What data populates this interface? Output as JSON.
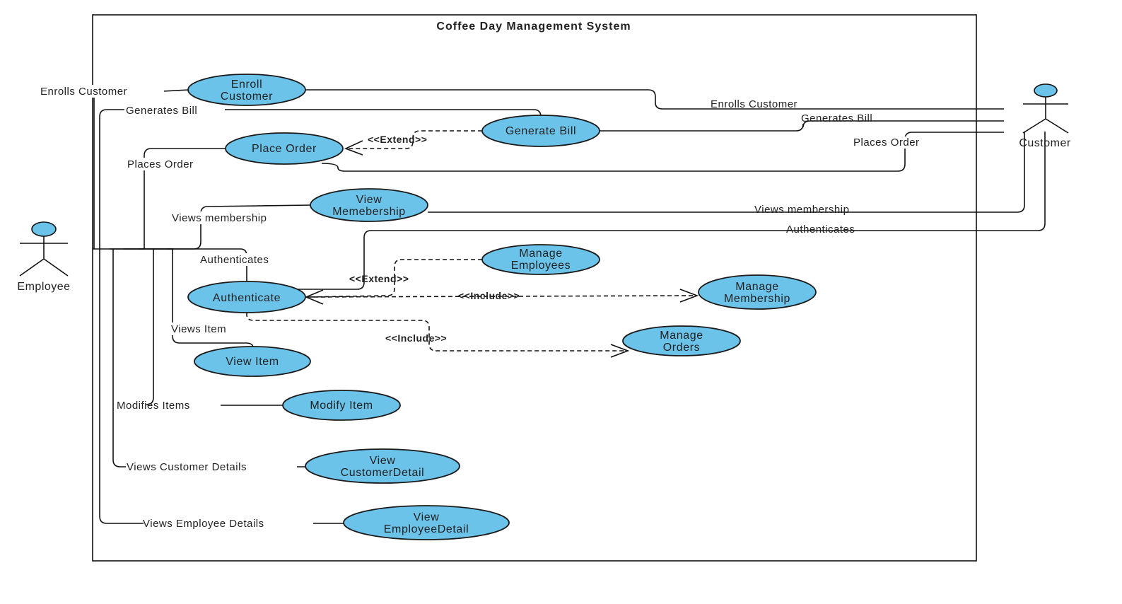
{
  "system": {
    "title": "Coffee Day Management System"
  },
  "colors": {
    "use_case_fill": "#6cc3ea",
    "stroke": "#111111",
    "background": "#ffffff"
  },
  "actors": {
    "employee": {
      "name": "Employee",
      "icon": "stick-figure-icon"
    },
    "customer": {
      "name": "Customer",
      "icon": "stick-figure-icon"
    }
  },
  "use_cases": {
    "enroll_customer": [
      "Enroll",
      "Customer"
    ],
    "generate_bill": [
      "Generate Bill"
    ],
    "place_order": [
      "Place Order"
    ],
    "view_membership": [
      "View",
      "Memebership"
    ],
    "manage_employees": [
      "Manage",
      "Employees"
    ],
    "authenticate": [
      "Authenticate"
    ],
    "manage_membership": [
      "Manage",
      "Membership"
    ],
    "manage_orders": [
      "Manage",
      "Orders"
    ],
    "view_item": [
      "View Item"
    ],
    "modify_item": [
      "Modify Item"
    ],
    "view_customer_detail": [
      "View",
      "CustomerDetail"
    ],
    "view_employee_detail": [
      "View",
      "EmployeeDetail"
    ]
  },
  "employee_links": {
    "enrolls_customer": "Enrolls Customer",
    "generates_bill": "Generates Bill",
    "places_order": "Places Order",
    "views_membership": "Views membership",
    "authenticates": "Authenticates",
    "views_item": "Views Item",
    "modifies_items": "Modifies Items",
    "views_customer_details": "Views Customer Details",
    "views_employee_details": "Views Employee Details"
  },
  "customer_links": {
    "enrolls_customer": "Enrolls Customer",
    "generates_bill": "Generates Bill",
    "places_order": "Places Order",
    "views_membership": "Views membership",
    "authenticates": "Authenticates"
  },
  "relations": {
    "extend_bill_order": "<<Extend>>",
    "extend_auth_employees": "<<Extend>>",
    "include_auth_membership": "<<Include>>",
    "include_auth_orders": "<<Include>>"
  }
}
